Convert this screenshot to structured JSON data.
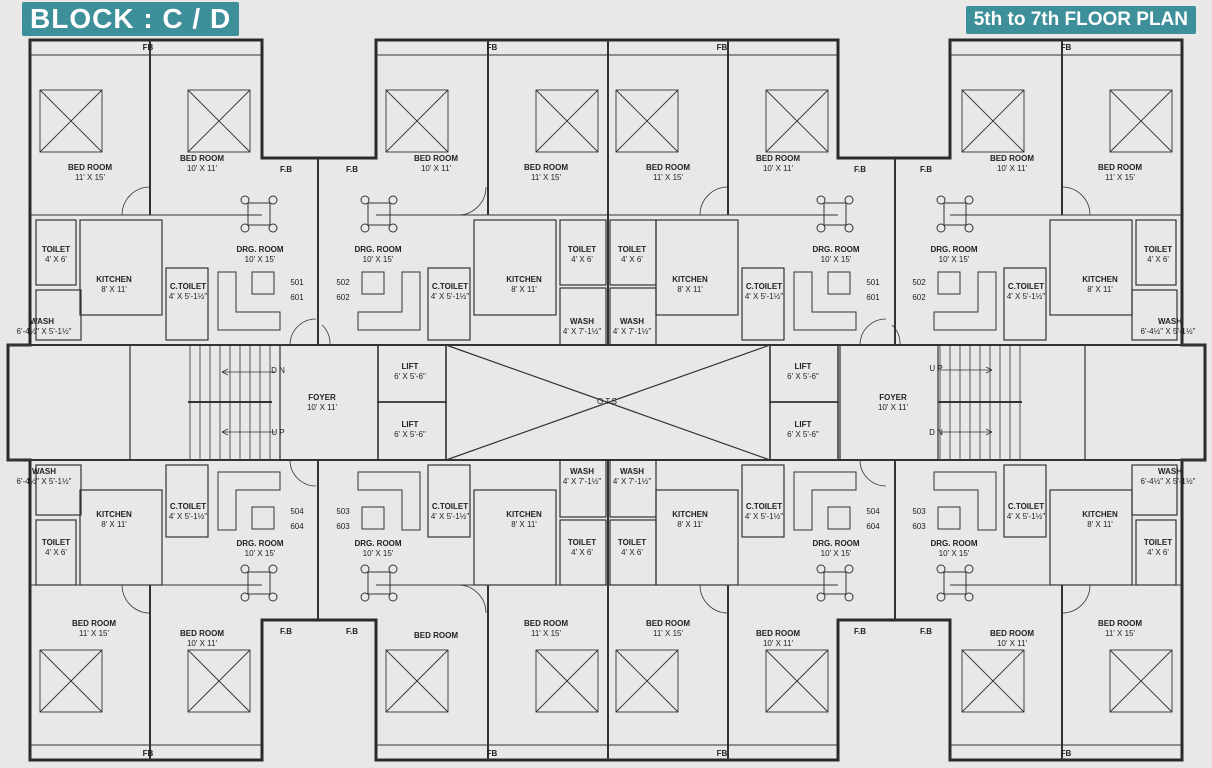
{
  "header": {
    "block_title": "BLOCK : C / D",
    "plan_title": "5th to 7th FLOOR PLAN"
  },
  "labels": {
    "fb": "FB",
    "fb_dot": "F.B",
    "bedroom": "BED ROOM",
    "bedroom_dim_a": "11' X 15'",
    "bedroom_dim_b": "10' X 11'",
    "drg_room": "DRG. ROOM",
    "drg_dim": "10' X 15'",
    "kitchen": "KITCHEN",
    "kitchen_dim": "8' X 11'",
    "toilet": "TOILET",
    "toilet_dim": "4' X 6'",
    "c_toilet": "C.TOILET",
    "c_toilet_dim": "4' X 5'-1½\"",
    "wash": "WASH",
    "wash_dim_outer": "6'-4½\" X 5'-1½\"",
    "wash_dim_inner": "4' X 7'-1½\"",
    "foyer": "FOYER",
    "foyer_dim": "10' X 11'",
    "lift": "LIFT",
    "lift_dim": "6' X 5'-6\"",
    "ots": "O.T.S",
    "dn": "D N",
    "up": "U P",
    "unit_501": "501",
    "unit_601": "601",
    "unit_502": "502",
    "unit_602": "602",
    "unit_503": "503",
    "unit_603": "603",
    "unit_504": "504",
    "unit_604": "604"
  }
}
